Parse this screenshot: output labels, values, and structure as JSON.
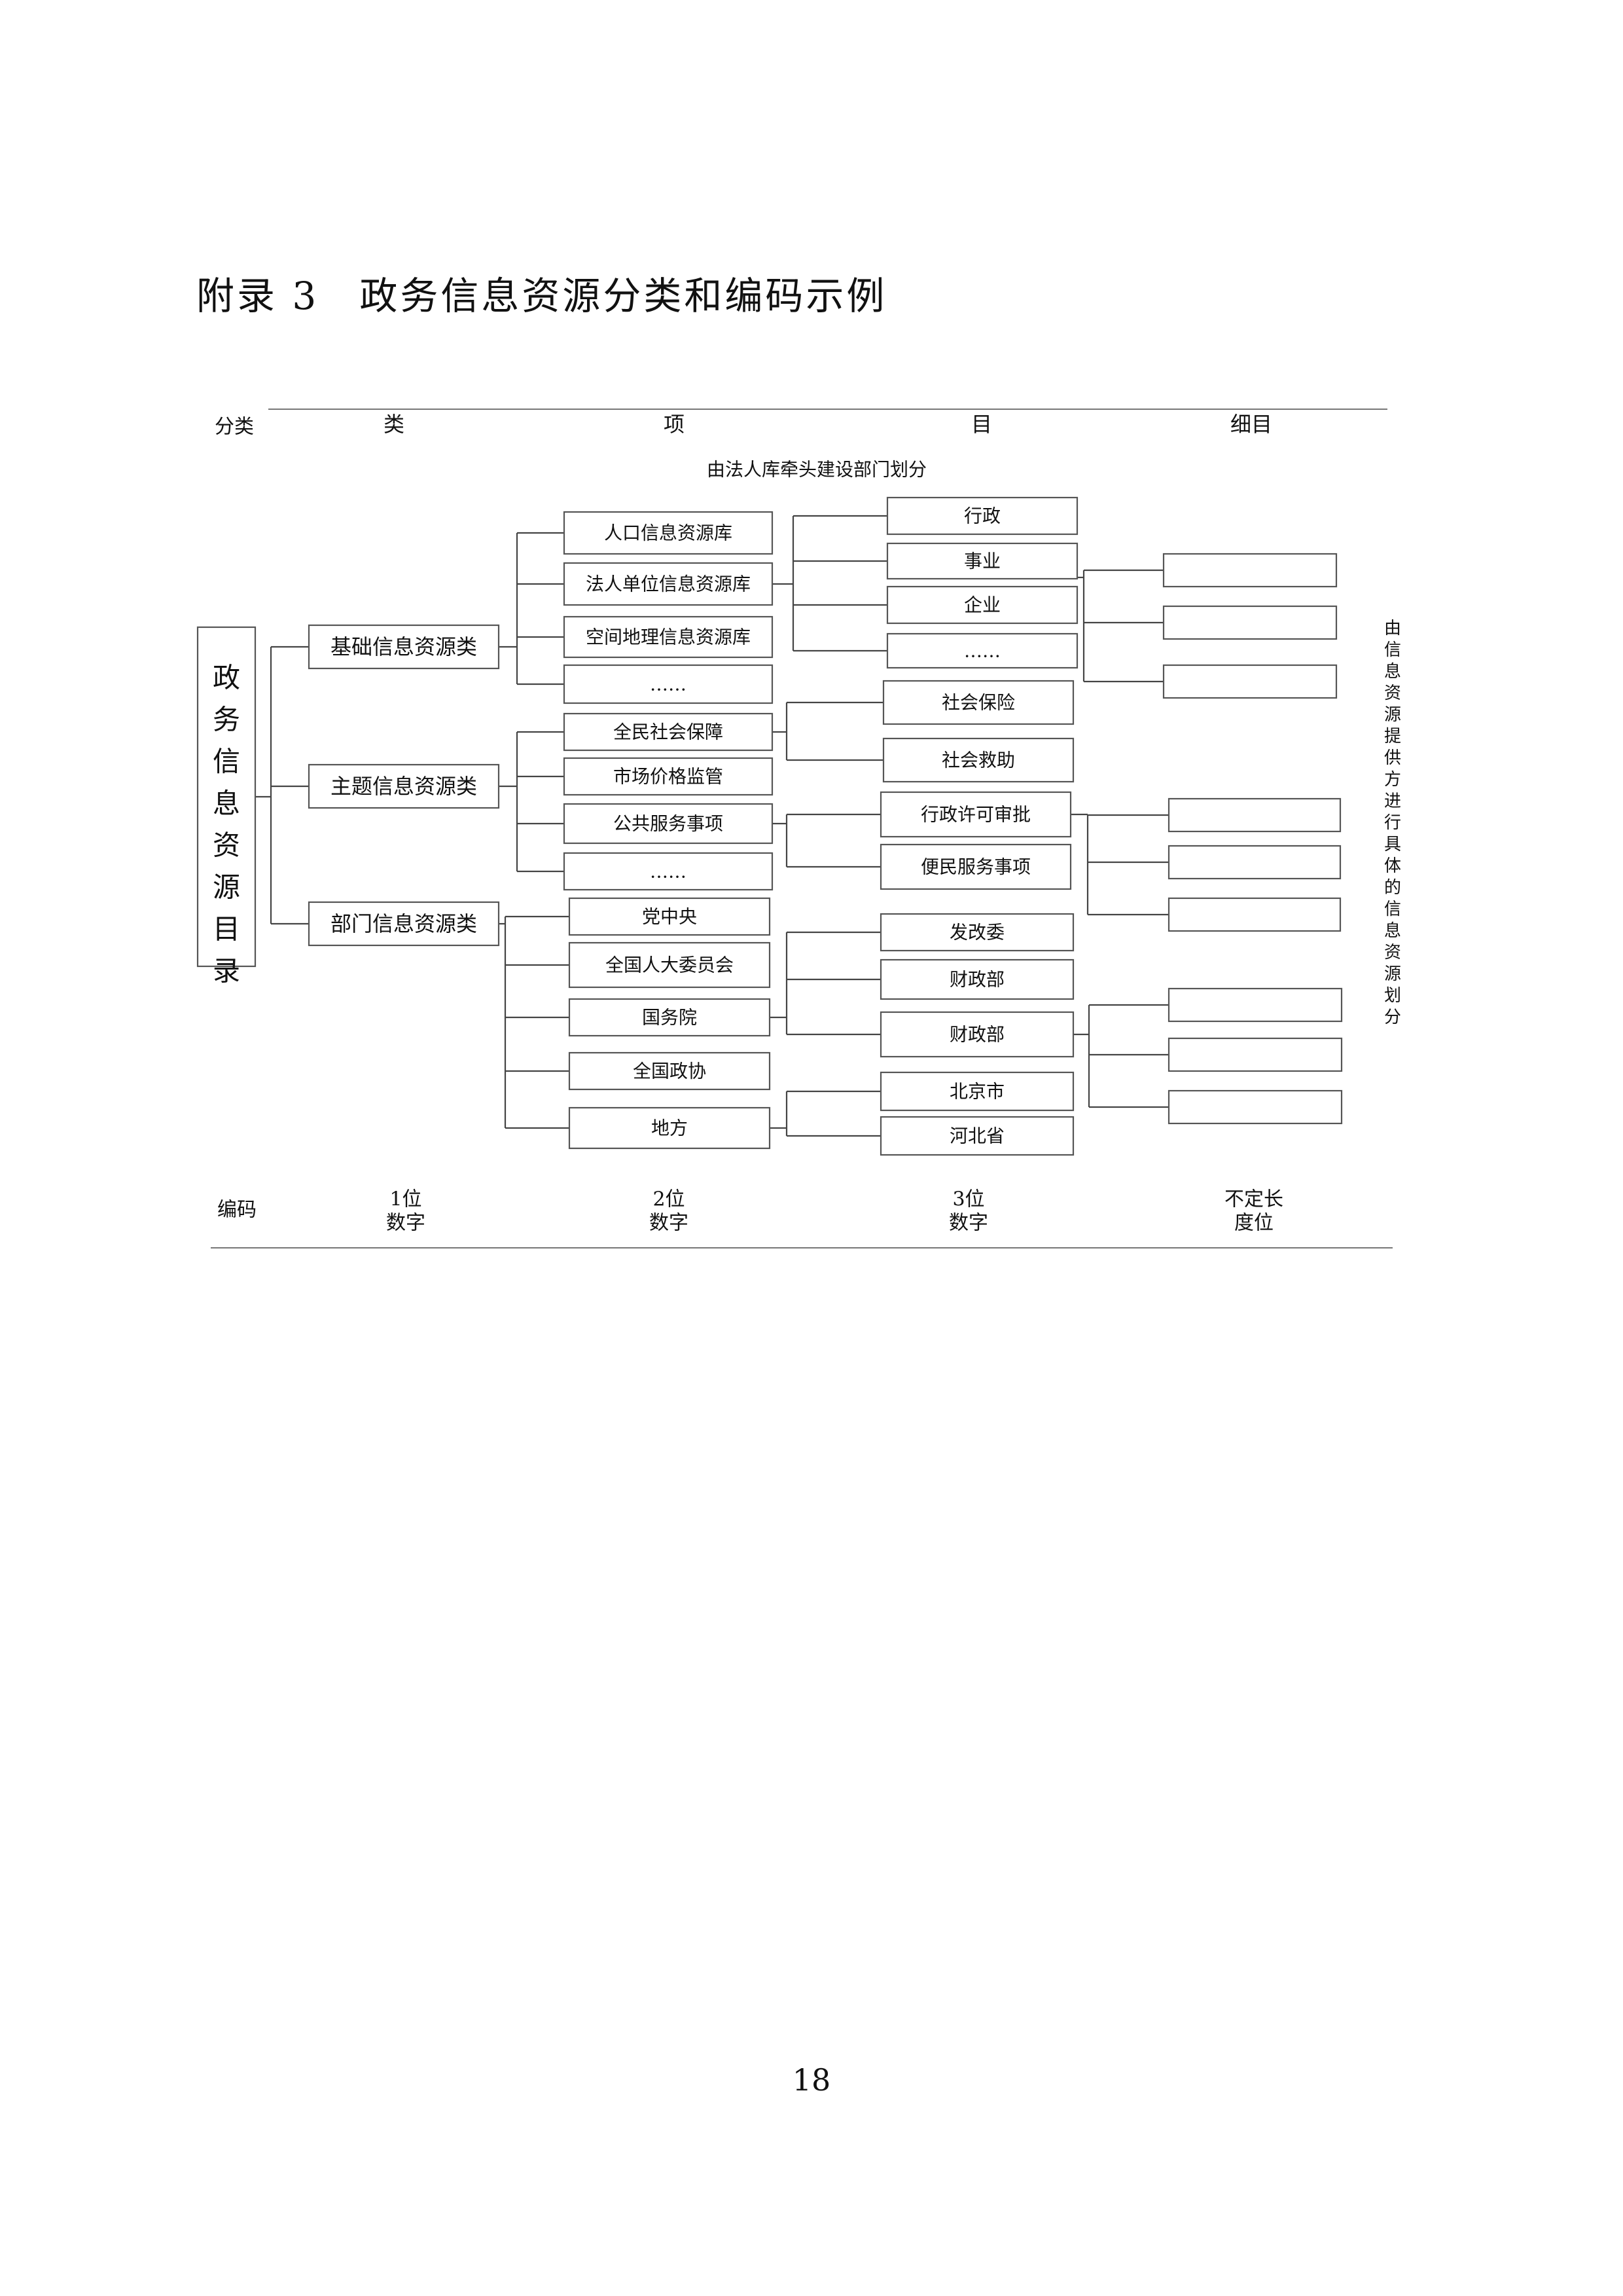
{
  "page": {
    "title": "附录 3　政务信息资源分类和编码示例",
    "page_number": "18"
  },
  "diagram": {
    "header": {
      "classification_label": "分类",
      "columns": [
        "类",
        "项",
        "目",
        "细目"
      ],
      "note": "由法人库牵头建设部门划分"
    },
    "root_label": "政务信息资源目录",
    "categories": [
      "基础信息资源类",
      "主题信息资源类",
      "部门信息资源类"
    ],
    "items": {
      "basic": [
        "人口信息资源库",
        "法人单位信息资源库",
        "空间地理信息资源库",
        "……"
      ],
      "theme": [
        "全民社会保障",
        "市场价格监管",
        "公共服务事项",
        "……"
      ],
      "dept": [
        "党中央",
        "全国人大委员会",
        "国务院",
        "全国政协",
        "地方"
      ]
    },
    "targets": {
      "legal_entity": [
        "行政",
        "事业",
        "企业",
        "……"
      ],
      "social_security": [
        "社会保险",
        "社会救助"
      ],
      "public_service": [
        "行政许可审批",
        "便民服务事项"
      ],
      "state_council": [
        "发改委",
        "财政部",
        "财政部"
      ],
      "local": [
        "北京市",
        "河北省"
      ]
    },
    "side_note": "由信息资源提供方进行具体的信息资源划分",
    "footer": {
      "code_label": "编码",
      "codes": [
        "1位 数字",
        "2位 数字",
        "3位 数字",
        "不定长 度位"
      ]
    }
  }
}
